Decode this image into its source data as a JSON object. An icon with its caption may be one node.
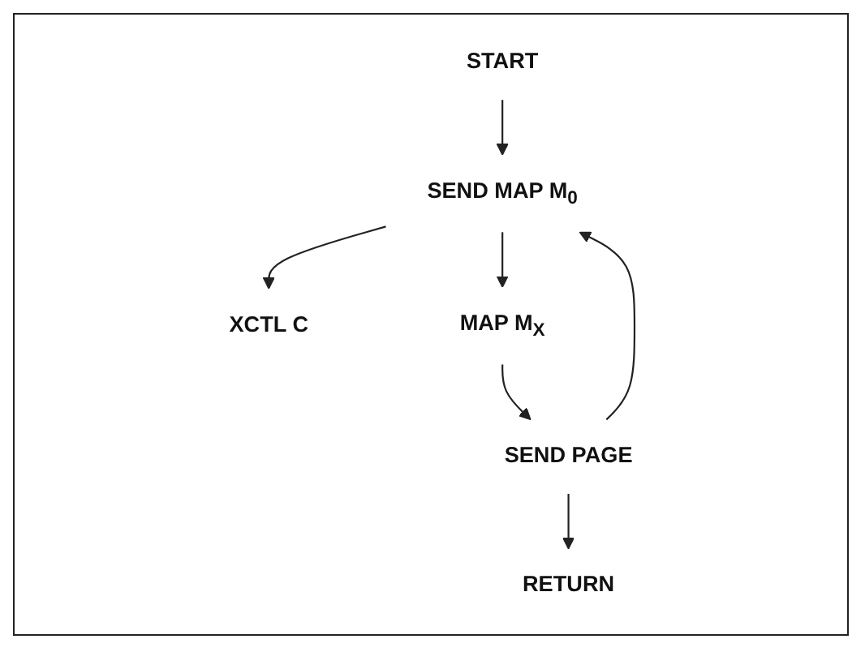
{
  "diagram": {
    "nodes": [
      {
        "text": [
          "START"
        ]
      },
      {
        "text": [
          "SEND MAP M$_{0}$"
        ]
      },
      {
        "text": [
          "XCTL C"
        ]
      },
      {
        "text": [
          "MAP M$_{X}$"
        ]
      },
      {
        "text": [
          "SEND PAGE"
        ]
      },
      {
        "text": [
          "RETURN"
        ]
      }
    ],
    "edges": [
      {
        "from": 0,
        "to": 1,
        "arrow": "to"
      },
      {
        "from": 1,
        "to": 2,
        "arrow": "to"
      },
      {
        "from": 1,
        "to": 3,
        "arrow": "to"
      },
      {
        "from": 3,
        "to": 4,
        "arrow": "to"
      },
      {
        "from": 4,
        "to": 1,
        "arrow": "to"
      },
      {
        "from": 4,
        "to": 5,
        "arrow": "to"
      }
    ]
  }
}
